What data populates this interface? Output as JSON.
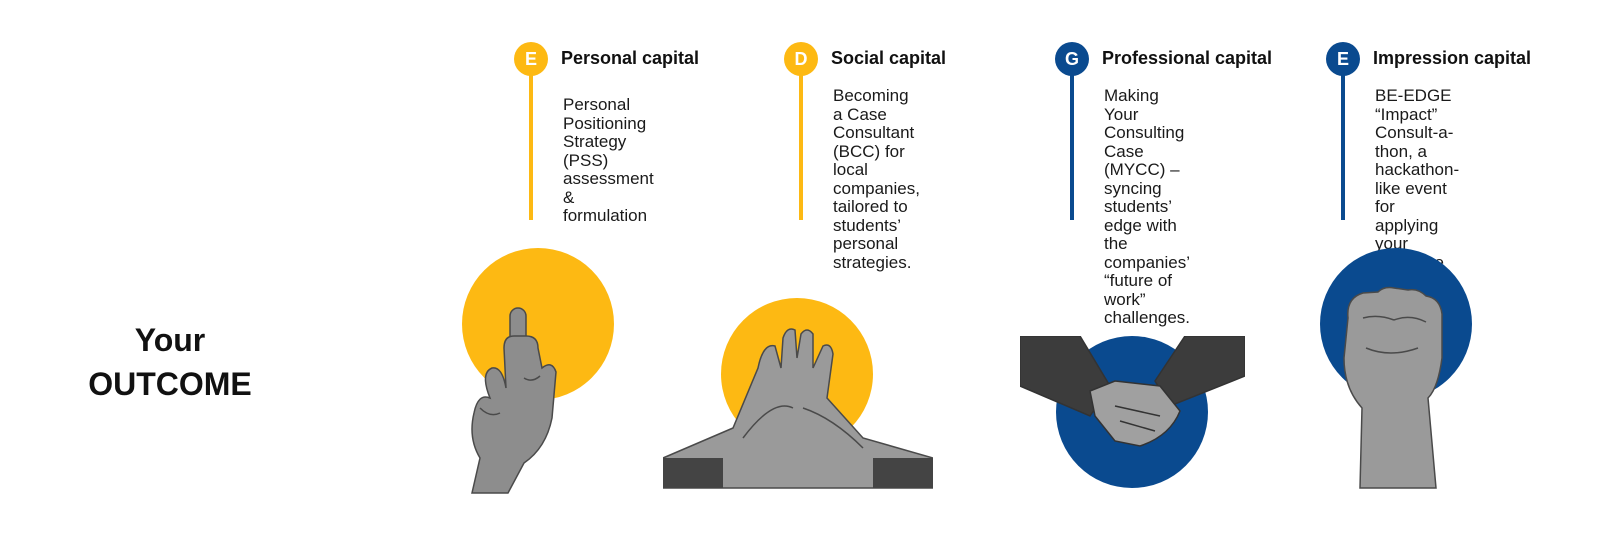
{
  "outcome": {
    "line1": "Your",
    "line2": "OUTCOME"
  },
  "colors": {
    "yellow": "#fdb913",
    "blue": "#0a4a8f"
  },
  "columns": [
    {
      "letter": "E",
      "title": "Personal capital",
      "text": "Personal Positioning\nStrategy (PSS)\nassessment &\nformulation",
      "accent": "yellow",
      "image": "pointing-finger-hand"
    },
    {
      "letter": "D",
      "title": "Social capital",
      "text": "Becoming a Case\nConsultant (BCC) for\nlocal companies,\ntailored to students’\npersonal strategies.",
      "accent": "yellow",
      "image": "stacked-hands"
    },
    {
      "letter": "G",
      "title": "Professional capital",
      "text": "Making Your\nConsulting Case\n(MYCC) –syncing\nstudents’ edge with\nthe companies’\n“future of work”\nchallenges.",
      "accent": "blue",
      "image": "handshake"
    },
    {
      "letter": "E",
      "title": "Impression capital",
      "text": "BE-EDGE “Impact”\nConsult-a-thon, a\nhackathon-like event\nfor applying your\nexpertise to become\ninvolved in socially-\ndriven small\nventures.",
      "accent": "blue",
      "image": "raised-fist"
    }
  ]
}
